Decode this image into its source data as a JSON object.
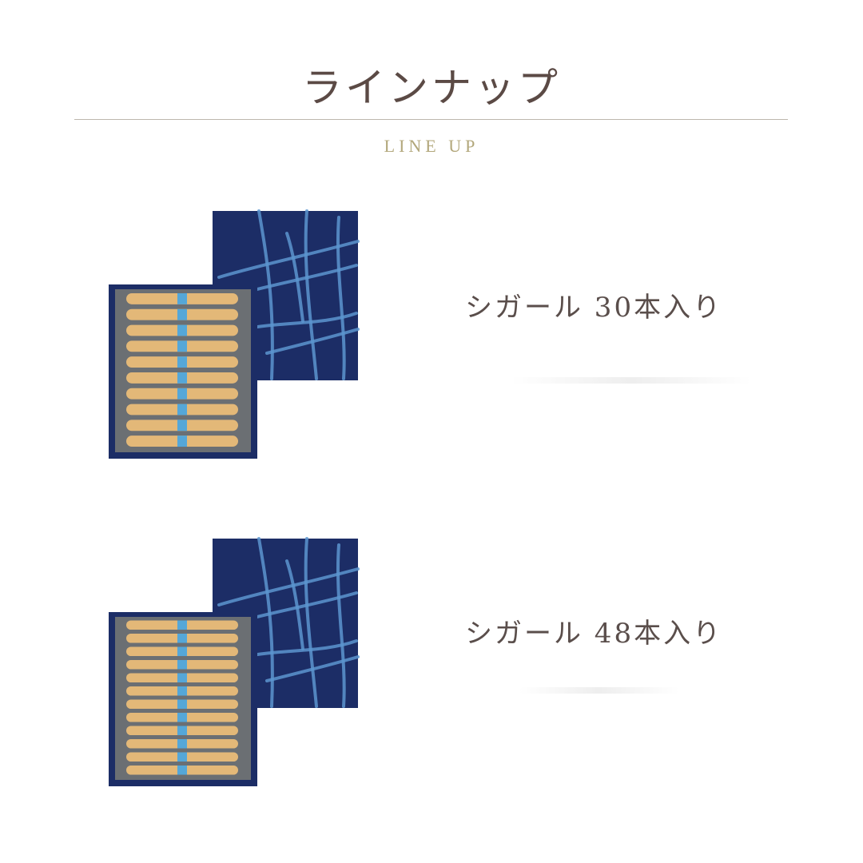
{
  "header": {
    "title": "ラインナップ",
    "subtitle": "LINE UP"
  },
  "colors": {
    "title_text": "#5b4a45",
    "subtitle_text": "#b2a77b",
    "box_navy": "#1c2d66",
    "box_pattern": "#5c95cf",
    "cookie": "#e3b878",
    "band": "#55a7d8"
  },
  "products": [
    {
      "label": "シガール 30本入り",
      "image_icon": "cigare-gift-box-30",
      "rows": 10
    },
    {
      "label": "シガール 48本入り",
      "image_icon": "cigare-gift-box-48",
      "rows": 12
    }
  ]
}
